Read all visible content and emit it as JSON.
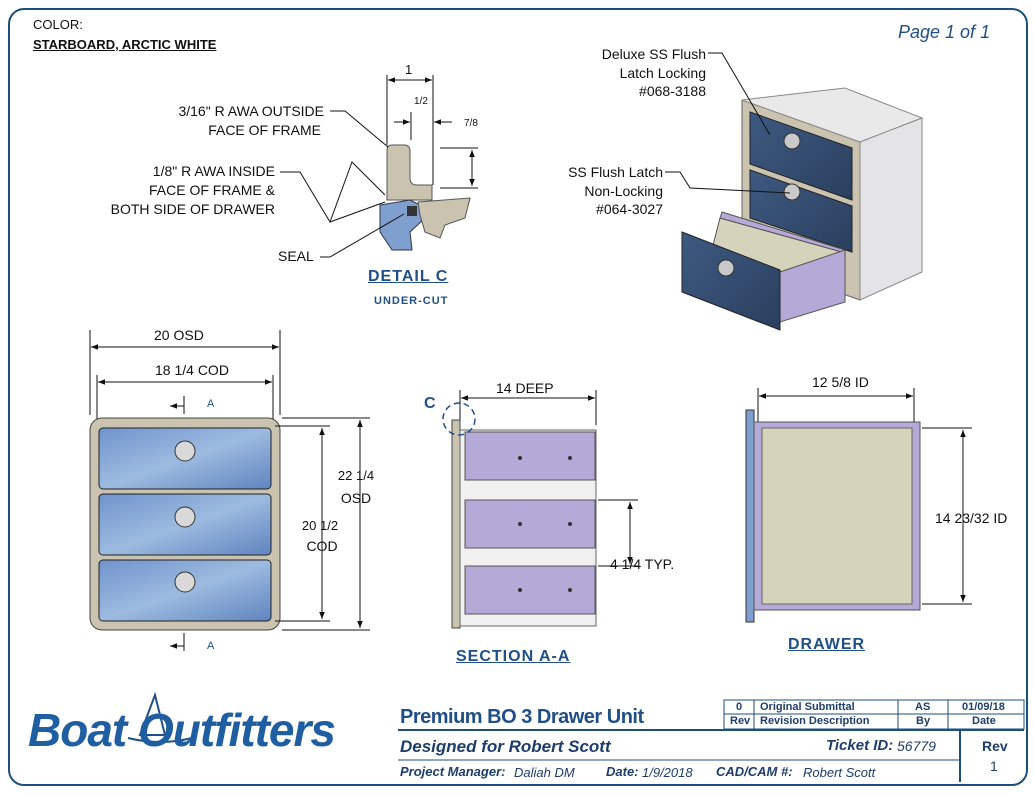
{
  "color_block": {
    "label": "COLOR:",
    "value": "STARBOARD, ARCTIC WHITE"
  },
  "page": "Page 1 of 1",
  "detail": {
    "title": "DETAIL  C",
    "subtitle": "UNDER-CUT",
    "dim_top": "1",
    "dim_half": "1/2",
    "dim_78": "7/8",
    "note_outside_1": "3/16\" R AWA OUTSIDE",
    "note_outside_2": "FACE OF FRAME",
    "note_inside_1": "1/8\" R AWA INSIDE",
    "note_inside_2": "FACE OF FRAME &",
    "note_inside_3": "BOTH SIDE OF DRAWER",
    "seal": "SEAL"
  },
  "callouts": {
    "deluxe_1": "Deluxe SS Flush",
    "deluxe_2": "Latch Locking",
    "deluxe_3": "#068-3188",
    "flush_1": "SS Flush Latch",
    "flush_2": "Non-Locking",
    "flush_3": "#064-3027"
  },
  "front": {
    "osd_w": "20 OSD",
    "cod_w": "18 1/4 COD",
    "osd_h_1": "22 1/4",
    "osd_h_2": "OSD",
    "cod_h_1": "20 1/2",
    "cod_h_2": "COD",
    "section_mark": "A"
  },
  "section": {
    "title": "SECTION A-A",
    "depth": "14 DEEP",
    "typ": "4 1/4 TYP.",
    "c_mark": "C"
  },
  "drawer": {
    "title": "DRAWER",
    "width": "12 5/8 ID",
    "height": "14 23/32 ID"
  },
  "title_block": {
    "logo": "Boat Outfitters",
    "product": "Premium BO 3 Drawer Unit",
    "designed_for": "Designed for Robert Scott",
    "ticket_label": "Ticket ID:",
    "ticket_value": "56779",
    "pm_label": "Project Manager:",
    "pm_value": "Daliah DM",
    "date_label": "Date:",
    "date_value": "1/9/2018",
    "cad_label": "CAD/CAM #:",
    "cad_value": "Robert Scott",
    "rev_label": "Rev",
    "rev_value": "1",
    "rev_row": {
      "rev": "0",
      "desc": "Original Submittal",
      "by": "AS",
      "date": "01/09/18"
    },
    "rev_head": {
      "rev": "Rev",
      "desc": "Revision Description",
      "by": "By",
      "date": "Date"
    }
  },
  "colors": {
    "frame": "#c9c3b0",
    "drawer_face": "#7f9fcf",
    "drawer_box": "#b5a9d8",
    "border": "#1d4f7c"
  }
}
